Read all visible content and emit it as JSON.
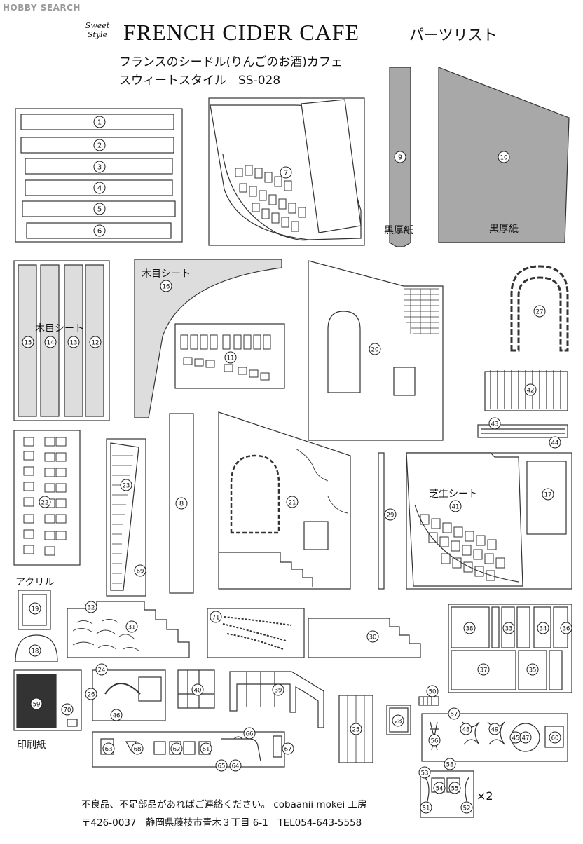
{
  "watermark": "HOBBY SEARCH",
  "brand_logo": "Sweet Style",
  "header": {
    "title": "FRENCH CIDER CAFE",
    "parts_list": "パーツリスト",
    "subtitle_jp": "フランスのシードル(りんごのお酒)カフェ",
    "series": "スウィートスタイル　SS-028"
  },
  "labels": {
    "kuroatsugami_a": "黒厚紙",
    "kuroatsugami_b": "黒厚紙",
    "mokume_a": "木目シート",
    "mokume_b": "木目シート",
    "shibafu": "芝生シート",
    "acrylic": "アクリル",
    "insatsushi": "印刷紙",
    "times_two": "×2"
  },
  "footer": {
    "line1": "不良品、不足部品があればご連絡ください。 cobaanii mokei 工房",
    "line2": "〒426-0037　静岡県藤枝市青木３丁目 6-1　TEL054-643-5558"
  },
  "part_numbers": [
    "1",
    "2",
    "3",
    "4",
    "5",
    "6",
    "7",
    "8",
    "9",
    "10",
    "11",
    "12",
    "13",
    "14",
    "15",
    "16",
    "17",
    "18",
    "19",
    "20",
    "21",
    "22",
    "23",
    "24",
    "25",
    "26",
    "27",
    "28",
    "29",
    "30",
    "31",
    "32",
    "33",
    "34",
    "35",
    "36",
    "37",
    "38",
    "39",
    "40",
    "41",
    "42",
    "43",
    "44",
    "45",
    "46",
    "47",
    "48",
    "49",
    "50",
    "51",
    "52",
    "53",
    "54",
    "55",
    "56",
    "57",
    "58",
    "59",
    "60",
    "61",
    "62",
    "63",
    "64",
    "65",
    "66",
    "67",
    "68",
    "69",
    "70",
    "71"
  ]
}
